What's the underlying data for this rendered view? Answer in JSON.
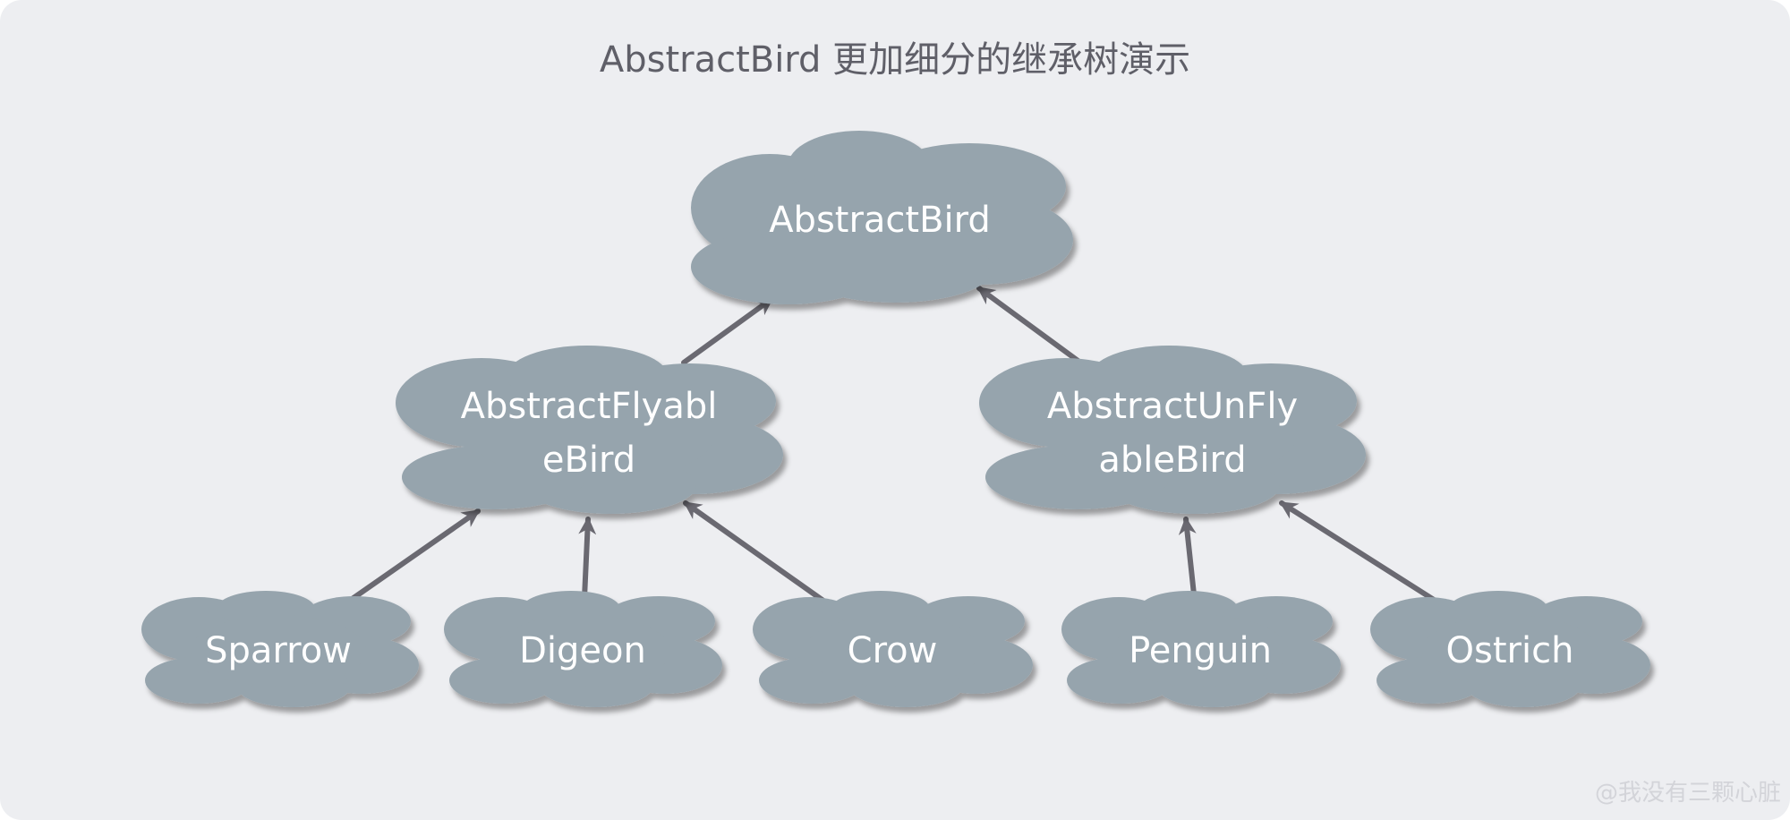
{
  "title": "AbstractBird 更加细分的继承树演示",
  "colors": {
    "background": "#edeef1",
    "cloud": "#96a4ad",
    "arrow": "#6a6971",
    "title_text": "#5f5f68",
    "label_text": "#ffffff",
    "watermark_text": "#d3d4d9"
  },
  "nodes": {
    "root": {
      "lines": [
        "AbstractBird"
      ]
    },
    "flyable": {
      "lines": [
        "AbstractFlyabl",
        "eBird"
      ]
    },
    "unflyable": {
      "lines": [
        "AbstractUnFly",
        "ableBird"
      ]
    },
    "sparrow": {
      "lines": [
        "Sparrow"
      ]
    },
    "digeon": {
      "lines": [
        "Digeon"
      ]
    },
    "crow": {
      "lines": [
        "Crow"
      ]
    },
    "penguin": {
      "lines": [
        "Penguin"
      ]
    },
    "ostrich": {
      "lines": [
        "Ostrich"
      ]
    }
  },
  "edges": [
    {
      "from": "flyable",
      "to": "root"
    },
    {
      "from": "unflyable",
      "to": "root"
    },
    {
      "from": "sparrow",
      "to": "flyable"
    },
    {
      "from": "digeon",
      "to": "flyable"
    },
    {
      "from": "crow",
      "to": "flyable"
    },
    {
      "from": "penguin",
      "to": "unflyable"
    },
    {
      "from": "ostrich",
      "to": "unflyable"
    }
  ],
  "watermark": "@我没有三颗心脏"
}
